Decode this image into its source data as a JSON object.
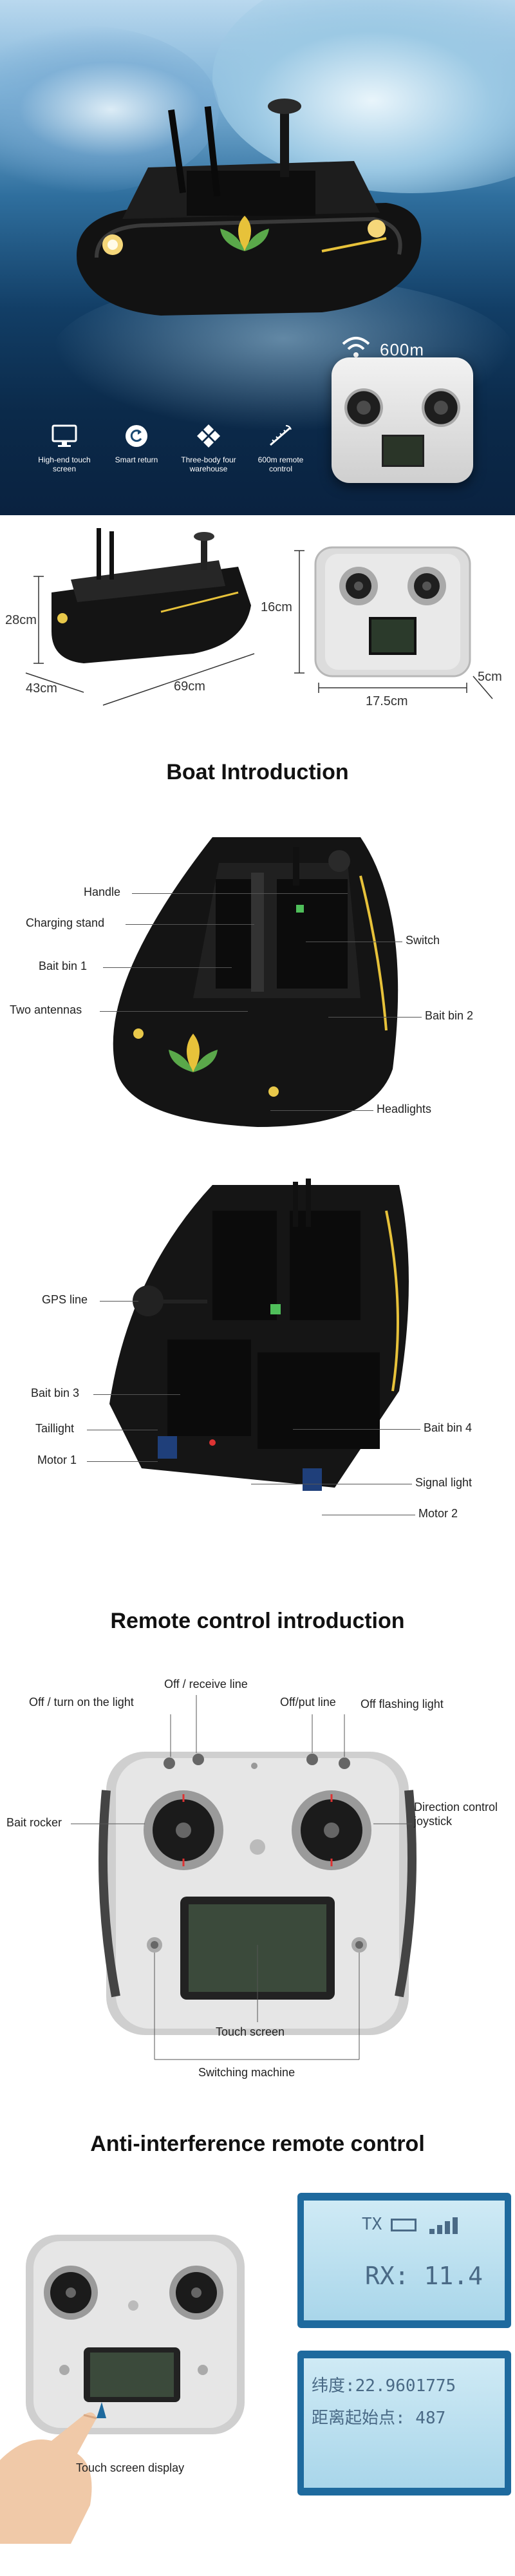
{
  "hero": {
    "range_label": "600m",
    "features": [
      {
        "icon": "monitor-icon",
        "label": "High-end touch screen"
      },
      {
        "icon": "return-icon",
        "label": "Smart return"
      },
      {
        "icon": "diamond-grid-icon",
        "label": "Three-body four warehouse"
      },
      {
        "icon": "signal-ruler-icon",
        "label": "600m remote control"
      }
    ]
  },
  "dimensions": {
    "boat_height": "28cm",
    "boat_width": "43cm",
    "boat_length": "69cm",
    "remote_height": "16cm",
    "remote_width": "17.5cm",
    "remote_depth": "5cm"
  },
  "boat_intro": {
    "title": "Boat Introduction",
    "top_view": {
      "handle": "Handle",
      "charging_stand": "Charging stand",
      "bait_bin_1": "Bait bin 1",
      "two_antennas": "Two antennas",
      "switch": "Switch",
      "bait_bin_2": "Bait bin 2",
      "headlights": "Headlights"
    },
    "rear_view": {
      "gps_line": "GPS line",
      "bait_bin_3": "Bait bin 3",
      "taillight": "Taillight",
      "motor_1": "Motor 1",
      "bait_bin_4": "Bait bin 4",
      "signal_light": "Signal light",
      "motor_2": "Motor 2"
    }
  },
  "remote_intro": {
    "title": "Remote control introduction",
    "off_receive_line": "Off / receive line",
    "off_turn_on_light": "Off / turn on the light",
    "off_put_line": "Off/put line",
    "off_flashing_light": "Off flashing light",
    "bait_rocker": "Bait rocker",
    "direction_joystick": "Direction control joystick",
    "touch_screen": "Touch screen",
    "switching_machine": "Switching machine"
  },
  "anti_interference": {
    "title": "Anti-interference remote control",
    "touch_display_label": "Touch screen display",
    "lcd1": {
      "tx": "TX",
      "rx": "RX: 11.4"
    },
    "lcd2": {
      "line1": "纬度:22.9601775",
      "line2": "距离起始点: 487"
    }
  }
}
